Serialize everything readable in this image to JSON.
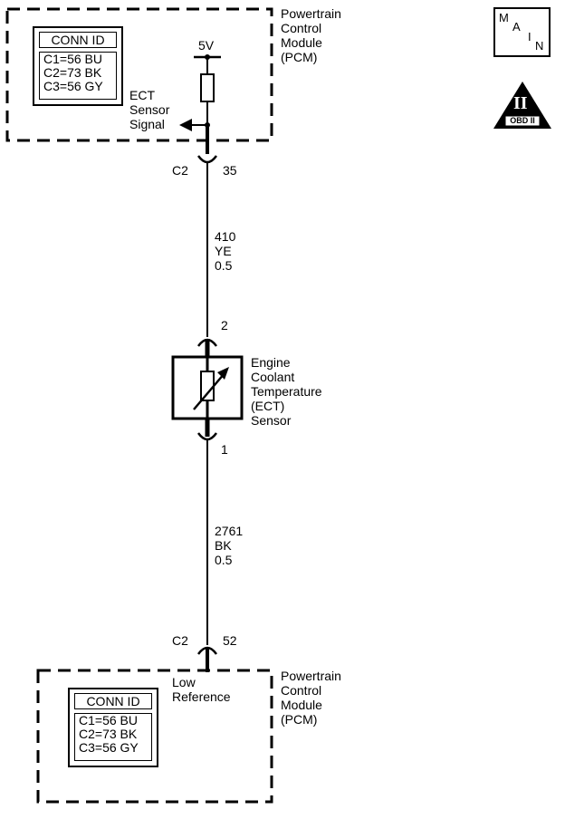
{
  "pcm_top": {
    "title_lines": [
      "Powertrain",
      "Control",
      "Module",
      "(PCM)"
    ],
    "conn_header": "CONN ID",
    "conn_lines": [
      "C1=56 BU",
      "C2=73 BK",
      "C3=56 GY"
    ],
    "voltage": "5V",
    "signal_lines": [
      "ECT",
      "Sensor",
      "Signal"
    ]
  },
  "connector_top": {
    "name": "C2",
    "pin": "35"
  },
  "wire_top": {
    "circuit": "410",
    "color": "YE",
    "size": "0.5"
  },
  "sensor": {
    "pin_top": "2",
    "pin_bottom": "1",
    "label_lines": [
      "Engine",
      "Coolant",
      "Temperature",
      "(ECT)",
      "Sensor"
    ]
  },
  "wire_bottom": {
    "circuit": "2761",
    "color": "BK",
    "size": "0.5"
  },
  "connector_bottom": {
    "name": "C2",
    "pin": "52"
  },
  "pcm_bottom": {
    "title_lines": [
      "Powertrain",
      "Control",
      "Module",
      "(PCM)"
    ],
    "conn_header": "CONN ID",
    "conn_lines": [
      "C1=56 BU",
      "C2=73 BK",
      "C3=56 GY"
    ],
    "ref_lines": [
      "Low",
      "Reference"
    ]
  },
  "badges": {
    "main_letters": [
      "M",
      "A",
      "I",
      "N"
    ],
    "obd_numeral": "II",
    "obd_text": "OBD II"
  }
}
